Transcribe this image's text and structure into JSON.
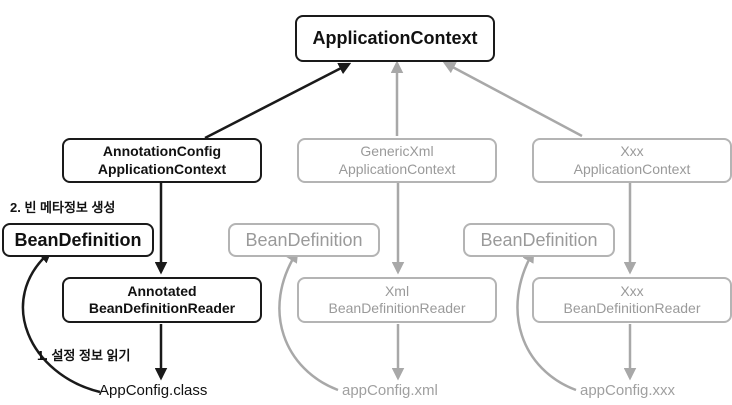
{
  "colors": {
    "dark": "#1a1a1a",
    "light": "#a8a8a8"
  },
  "nodes": {
    "root": {
      "lines": [
        "ApplicationContext"
      ]
    },
    "annotation_context": {
      "lines": [
        "AnnotationConfig",
        "ApplicationContext"
      ]
    },
    "generic_xml_context": {
      "lines": [
        "GenericXml",
        "ApplicationContext"
      ]
    },
    "xxx_context": {
      "lines": [
        "Xxx",
        "ApplicationContext"
      ]
    },
    "bean_definition_1": {
      "lines": [
        "BeanDefinition"
      ]
    },
    "bean_definition_2": {
      "lines": [
        "BeanDefinition"
      ]
    },
    "bean_definition_3": {
      "lines": [
        "BeanDefinition"
      ]
    },
    "annotated_reader": {
      "lines": [
        "Annotated",
        "BeanDefinitionReader"
      ]
    },
    "xml_reader": {
      "lines": [
        "Xml",
        "BeanDefinitionReader"
      ]
    },
    "xxx_reader": {
      "lines": [
        "Xxx",
        "BeanDefinitionReader"
      ]
    }
  },
  "sources": {
    "app_config_class": "AppConfig.class",
    "app_config_xml": "appConfig.xml",
    "app_config_xxx": "appConfig.xxx"
  },
  "steps": {
    "create_meta": "2. 빈 메타정보 생성",
    "read_config": "1. 설정 정보 읽기"
  }
}
